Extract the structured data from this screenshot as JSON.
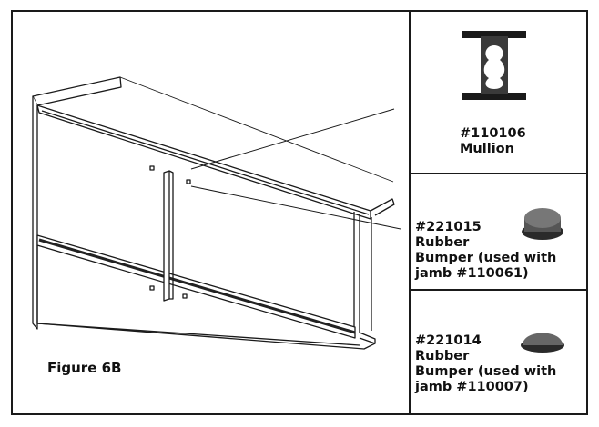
{
  "figure_caption": "Figure 6B",
  "parts": [
    {
      "part_number": "#110106",
      "name": "Mullion"
    },
    {
      "part_number": "#221015",
      "name_lines": [
        "Rubber",
        "Bumper (used with",
        "jamb #110061)"
      ]
    },
    {
      "part_number": "#221014",
      "name_lines": [
        "Rubber",
        "Bumper (used with",
        "jamb #110007)"
      ]
    }
  ]
}
